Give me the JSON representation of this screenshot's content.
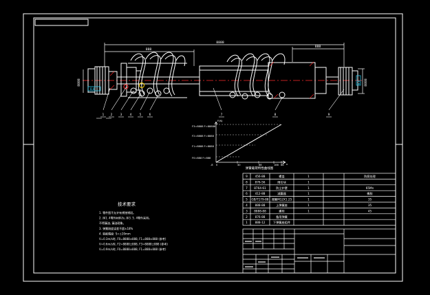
{
  "theme": {
    "background": "#000000",
    "line": "#ffffff",
    "accent_red": "#ff2a2a",
    "accent_cyan": "#28d7ff",
    "accent_green": "#38ff38",
    "accent_yellow": "#ffd000"
  },
  "dimensions": {
    "overall": "8888",
    "left_span": "888",
    "right_span": "888",
    "left_end": "8888",
    "right_end": "8888",
    "left_side": "8.8",
    "right_side": "8.8"
  },
  "balloons": [
    "1",
    "2",
    "3",
    "4",
    "5",
    "6",
    "7",
    "8",
    "9"
  ],
  "chart": {
    "top_label": "F(N)",
    "series_labels": [
      "F3=8888 F=88888",
      "F2=8888 F=8888",
      "F1=8888 F=8888",
      "F0=888 F=888"
    ],
    "x_ticks": [
      "-8",
      "0",
      "40",
      "88",
      "188",
      "88"
    ],
    "x_unit": "x",
    "caption": "弹簧载荷特性曲线图"
  },
  "chart_data": {
    "type": "line",
    "title": "弹簧载荷特性曲线图",
    "ylabel": "F(N)",
    "xlabel": "",
    "series": [
      {
        "values": [
          0,
          1
        ]
      }
    ]
  },
  "parts_table": {
    "rows": [
      [
        "9",
        "456-88",
        "螺盖",
        "1",
        "防腐处理"
      ],
      [
        "8",
        "876-56",
        "限位块",
        "1",
        ""
      ],
      [
        "7",
        "8764-61",
        "防尘护罩",
        "1",
        "65Mn"
      ],
      [
        "6",
        "412-88",
        "减震器",
        "1",
        "橡胶"
      ],
      [
        "5",
        "GB/T179-88",
        "弹簧M12X1.25",
        "1",
        "35"
      ],
      [
        "4",
        "888-88",
        "上弹簧座",
        "1",
        "35"
      ],
      [
        "3",
        "8888-88",
        "螺栓",
        "1",
        "45"
      ],
      [
        "2",
        "876-88",
        "备用弹簧",
        "",
        ""
      ],
      [
        "1",
        "888-12",
        "下弹簧座组件",
        "",
        ""
      ]
    ]
  },
  "notes": {
    "title": "技术要求",
    "lines": [
      "1. 零件图不允许有锈蚀锈斑。",
      "2. 序1. 4零件材料为, 序3. 5. 4零件采用。",
      "不得漏油, 漏油现象。",
      "3. 弹簧刚度误差不超±18%",
      "4. 装配精度: S=±20mm",
      "V=0.3m/s时, F0=8888±888, F1=888±888 (参考)",
      "V=0.6m/s时, F2=8888±888, F3=8888±888 (参考)",
      "V=0.9m/s时, F0=8888±888, F1=888±888 (参考)"
    ]
  }
}
